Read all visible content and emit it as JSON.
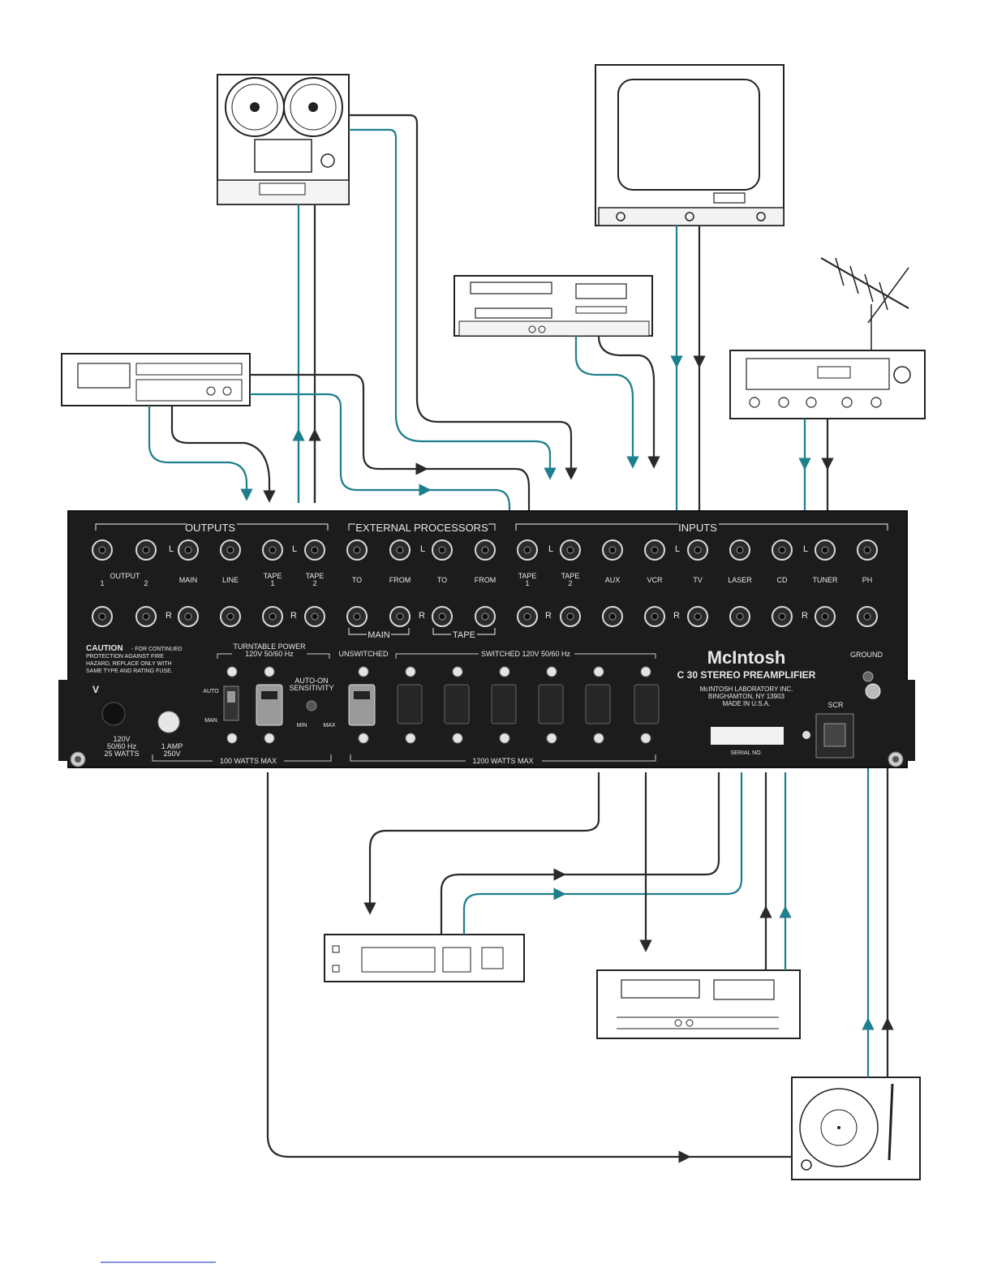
{
  "panel": {
    "outputs": "OUTPUTS",
    "external_processors": "EXTERNAL PROCESSORS",
    "inputs": "INPUTS",
    "output": "OUTPUT",
    "n1": "1",
    "n2": "2",
    "main": "MAIN",
    "line": "LINE",
    "tape": "TAPE",
    "to": "TO",
    "from": "FROM",
    "aux": "AUX",
    "vcr": "VCR",
    "tv": "TV",
    "laser": "LASER",
    "cd": "CD",
    "tuner": "TUNER",
    "ph": "PH",
    "L": "L",
    "R": "R",
    "main_bracket": "MAIN",
    "tape_bracket": "TAPE",
    "caution_title": "CAUTION",
    "caution_line1": "- FOR CONTINUED",
    "caution_line2": "PROTECTION AGAINST FIRE",
    "caution_line3": "HAZARD, REPLACE ONLY WITH",
    "caution_line4": "SAME TYPE AND RATING FUSE.",
    "turntable_power_1": "TURNTABLE POWER",
    "turntable_power_2": "120V 50/60 Hz",
    "unswitched": "UNSWITCHED",
    "switched": "SWITCHED 120V 50/60 Hz",
    "auto_on_1": "AUTO-ON",
    "auto_on_2": "SENSITIVITY",
    "auto": "AUTO",
    "man": "MAN",
    "min": "MIN",
    "max": "MAX",
    "v": "V",
    "power_1": "120V",
    "power_2": "50/60 Hz",
    "power_3": "25 WATTS",
    "fuse_1": "1 AMP",
    "fuse_2": "250V",
    "watts_100": "100 WATTS MAX",
    "watts_1200": "1200 WATTS MAX",
    "brand": "McIntosh",
    "model": "C 30 STEREO PREAMPLIFIER",
    "maker_1": "McINTOSH LABORATORY INC.",
    "maker_2": "BINGHAMTON, NY 13903",
    "maker_3": "MADE IN U.S.A.",
    "serial": "SERIAL NO.",
    "ground": "GROUND",
    "scr": "SCR"
  },
  "colors": {
    "teal": "#1e7f8c",
    "dark": "#2a2a2a",
    "panel": "#1c1c1c"
  }
}
